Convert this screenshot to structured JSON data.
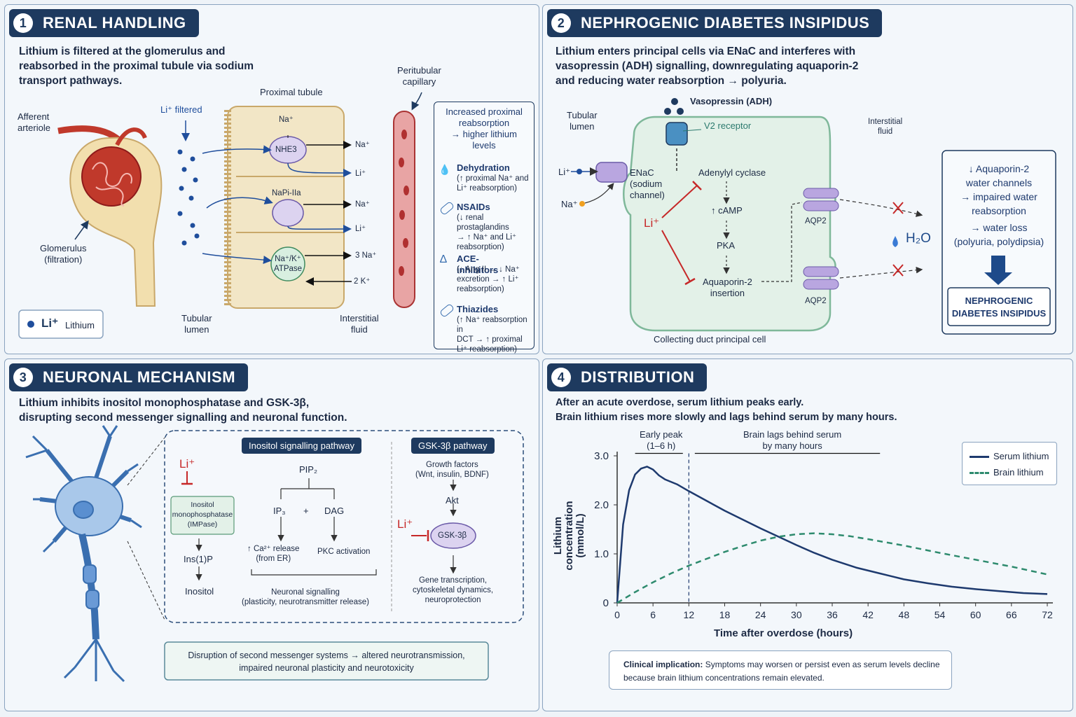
{
  "panels": {
    "p1": {
      "number": "1",
      "title": "RENAL HANDLING",
      "intro": "Lithium is filtered at the glomerulus and\nreabsorbed in the proximal tubule via sodium\ntransport pathways."
    },
    "p2": {
      "number": "2",
      "title": "NEPHROGENIC DIABETES INSIPIDUS",
      "intro": "Lithium enters principal cells via ENaC and interferes with\nvasopressin (ADH) signalling, downregulating aquaporin-2\nand reducing water reabsorption → polyuria."
    },
    "p3": {
      "number": "3",
      "title": "NEURONAL MECHANISM",
      "intro": "Lithium inhibits inositol monophosphatase and GSK-3β,\ndisrupting second messenger signalling and neuronal function."
    },
    "p4": {
      "number": "4",
      "title": "DISTRIBUTION",
      "intro": "After an acute overdose, serum lithium peaks early.\nBrain lithium rises more slowly and lags behind serum by many hours."
    }
  },
  "renal": {
    "afferent": "Afferent\narteriole",
    "glomerulus": "Glomerulus\n(filtration)",
    "li_filtered": "Li⁺ filtered",
    "proximal_tubule": "Proximal tubule",
    "peritubular": "Peritubular\ncapillary",
    "na_in": "Na⁺",
    "nhe3": "NHE3",
    "na_out1": "Na⁺",
    "li_out1": "Li⁺",
    "napi": "NaPi-IIa",
    "na_out2": "Na⁺",
    "li_out2": "Li⁺",
    "atpase": "Na⁺/K⁺\nATPase",
    "na3": "3 Na⁺",
    "k2": "2 K⁺",
    "tubular_lumen": "Tubular\nlumen",
    "interstitial": "Interstitial\nfluid",
    "legend_symbol": "Li⁺",
    "legend_text": "Lithium",
    "side_title": "Increased proximal\nreabsorption\n→ higher lithium\nlevels",
    "factors": [
      {
        "name": "Dehydration",
        "detail": "(↑ proximal Na⁺ and\nLi⁺ reabsorption)",
        "icon": "drop-icon"
      },
      {
        "name": "NSAIDs",
        "detail": "(↓ renal prostaglandins\n→ ↑ Na⁺ and Li⁺\nreabsorption)",
        "icon": "pill-icon"
      },
      {
        "name": "ACE-inhibitors",
        "detail": "(↓ Ang II → ↓ Na⁺\nexcretion → ↑ Li⁺\nreabsorption)",
        "icon": "molecule-icon"
      },
      {
        "name": "Thiazides",
        "detail": "(↑ Na⁺ reabsorption in\nDCT → ↑ proximal\nLi⁺ reabsorption)",
        "icon": "pill-icon"
      }
    ]
  },
  "ndi": {
    "tubular_lumen": "Tubular\nlumen",
    "vasopressin": "Vasopressin (ADH)",
    "v2": "V2 receptor",
    "interstitial": "Interstitial\nfluid",
    "li": "Li⁺",
    "na": "Na⁺",
    "enac": "ENaC\n(sodium\nchannel)",
    "adenylyl": "Adenylyl cyclase",
    "camp": "↑ cAMP",
    "pka": "PKA",
    "aqp_insert": "Aquaporin-2\ninsertion",
    "li_red": "Li⁺",
    "aqp2a": "AQP2",
    "aqp2b": "AQP2",
    "h2o": "H₂O",
    "cell": "Collecting duct principal cell",
    "result": "↓ Aquaporin-2\nwater channels\n→ impaired water\nreabsorption",
    "result2": "→ water loss\n(polyuria, polydipsia)",
    "final": "NEPHROGENIC\nDIABETES INSIPIDUS"
  },
  "neuro": {
    "inositol_title": "Inositol signalling pathway",
    "gsk_title": "GSK-3β pathway",
    "li1": "Li⁺",
    "impase": "Inositol\nmonophosphatase\n(IMPase)",
    "ins1p": "Ins(1)P",
    "inositol": "Inositol",
    "pip2": "PIP₂",
    "ip3": "IP₃",
    "plus": "+",
    "dag": "DAG",
    "ca": "↑ Ca²⁺ release\n(from ER)",
    "pkc": "PKC activation",
    "neuronal": "Neuronal signalling\n(plasticity, neurotransmitter release)",
    "growth": "Growth factors\n(Wnt, insulin, BDNF)",
    "akt": "Akt",
    "li2": "Li⁺",
    "gsk": "GSK-3β",
    "gene": "Gene transcription,\ncytoskeletal dynamics,\nneuroprotection",
    "disruption": "Disruption of second messenger systems → altered neurotransmission,\nimpaired neuronal plasticity and neurotoxicity"
  },
  "distribution": {
    "early_peak": "Early peak\n(1–6 h)",
    "lag": "Brain lags behind serum\nby many hours",
    "clinical_bold": "Clinical implication:",
    "clinical_text": " Symptoms may worsen or persist even as serum levels decline\nbecause brain lithium concentrations remain elevated."
  },
  "chart_data": {
    "type": "line",
    "xlabel": "Time after overdose (hours)",
    "ylabel": "Lithium concentration\n(mmol/L)",
    "xlim": [
      0,
      72
    ],
    "ylim": [
      0,
      3.0
    ],
    "xticks": [
      0,
      6,
      12,
      18,
      24,
      30,
      36,
      42,
      48,
      54,
      60,
      66,
      72
    ],
    "yticks": [
      {
        "v": 0,
        "label": "0"
      },
      {
        "v": 1,
        "label": "1.0"
      },
      {
        "v": 2,
        "label": "2.0"
      },
      {
        "v": 3,
        "label": "3.0"
      }
    ],
    "legend_position": "top-right",
    "series": [
      {
        "name": "Serum lithium",
        "style": "solid",
        "color": "#1e3a6e",
        "x": [
          0,
          1,
          2,
          3,
          4,
          5,
          6,
          7,
          8,
          10,
          12,
          15,
          18,
          21,
          24,
          27,
          30,
          33,
          36,
          40,
          44,
          48,
          52,
          56,
          60,
          64,
          68,
          72
        ],
        "y": [
          0,
          1.6,
          2.3,
          2.62,
          2.74,
          2.78,
          2.72,
          2.6,
          2.52,
          2.42,
          2.28,
          2.08,
          1.88,
          1.7,
          1.52,
          1.35,
          1.18,
          1.02,
          0.88,
          0.72,
          0.6,
          0.48,
          0.4,
          0.33,
          0.28,
          0.24,
          0.2,
          0.18
        ]
      },
      {
        "name": "Brain lithium",
        "style": "dashed",
        "color": "#2e8b6e",
        "x": [
          0,
          3,
          6,
          9,
          12,
          15,
          18,
          21,
          24,
          27,
          30,
          33,
          36,
          39,
          42,
          48,
          54,
          60,
          66,
          72
        ],
        "y": [
          0,
          0.22,
          0.42,
          0.6,
          0.76,
          0.9,
          1.04,
          1.16,
          1.27,
          1.35,
          1.4,
          1.42,
          1.4,
          1.36,
          1.3,
          1.17,
          1.02,
          0.88,
          0.74,
          0.58
        ]
      }
    ]
  }
}
